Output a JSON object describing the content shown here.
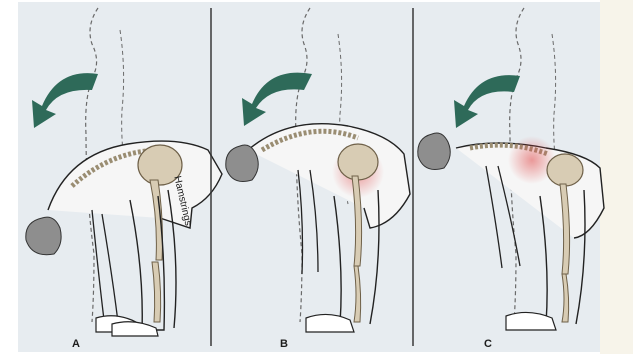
{
  "figure": {
    "panels": [
      {
        "label": "A",
        "annotation": "Hamstrings"
      },
      {
        "label": "B"
      },
      {
        "label": "C"
      }
    ],
    "colors": {
      "paper": "#e9eef2",
      "arrow": "#2e6a59",
      "bone": "#d8ccb4",
      "highlight": "#e08a8a",
      "line": "#222222"
    }
  }
}
